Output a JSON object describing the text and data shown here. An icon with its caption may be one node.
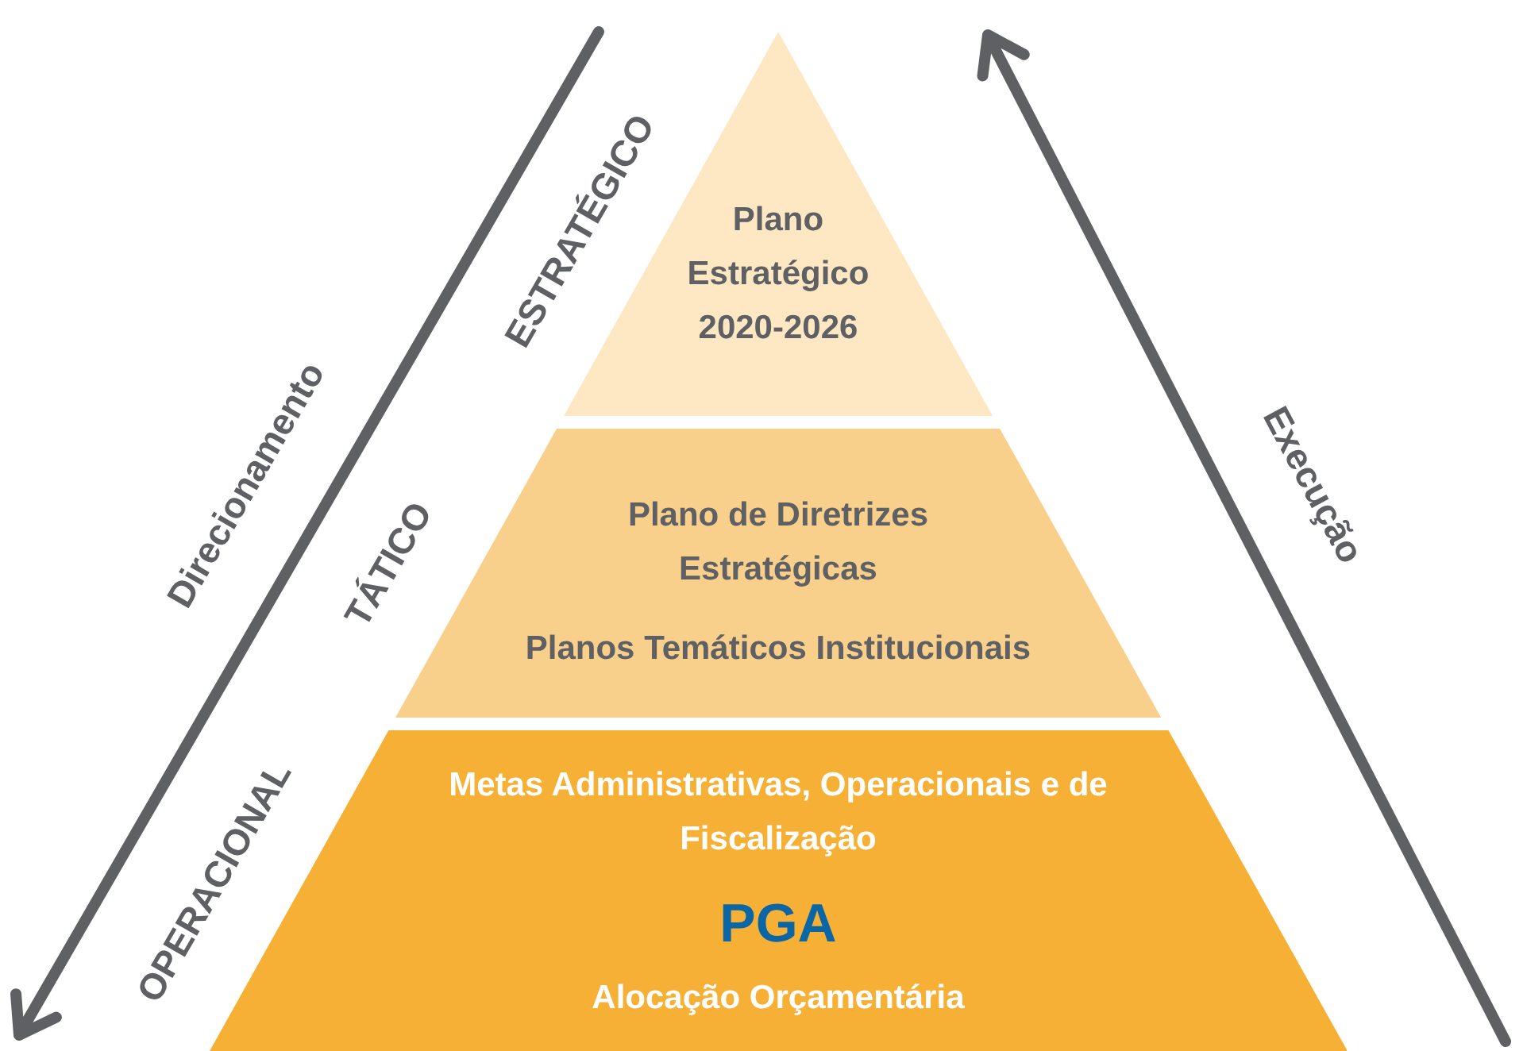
{
  "diagram": {
    "nodes": [
      {
        "text": [
          "Plano Estratégico 2020-2026"
        ]
      },
      {
        "text": [
          "Plano de Diretrizes Estratégicas",
          "Planos Temáticos Institucionais"
        ]
      },
      {
        "text": [
          "Metas Administrativas, Operacionais e de Fiscalização",
          "PGA",
          "Alocação Orçamentária"
        ]
      }
    ],
    "labels": [
      "ESTRATÉGICO",
      "Direcionamento",
      "TÁTICO",
      "OPERACIONAL",
      "Execução"
    ]
  }
}
